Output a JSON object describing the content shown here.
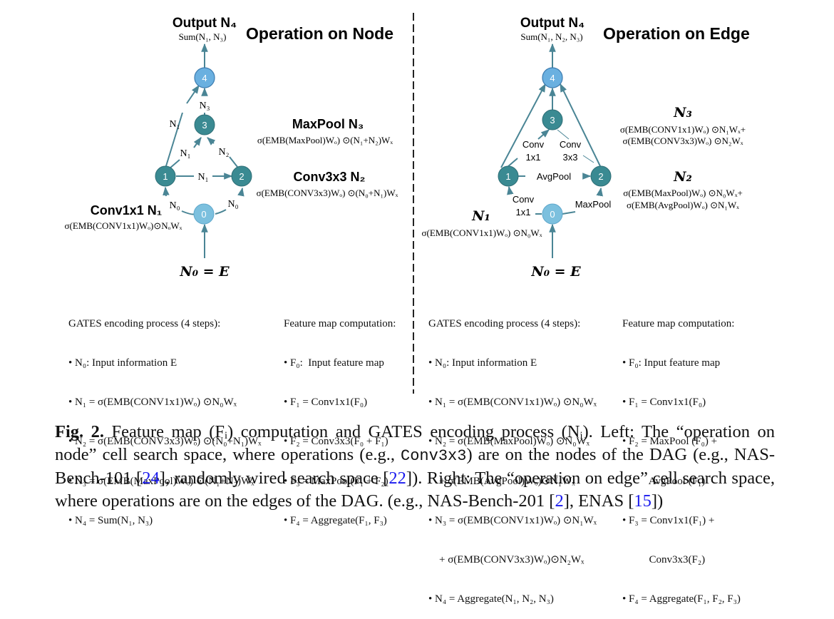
{
  "left": {
    "title": "Operation on Node",
    "output_label": "Output N₄",
    "output_formula": "Sum(N₁, N₃)",
    "input_label": "N₀ = E",
    "nodes": [
      "0",
      "1",
      "2",
      "3",
      "4"
    ],
    "edge_labels": {
      "e1_4": "N₁",
      "e3_4": "N₃",
      "e1_3": "N₁",
      "e2_3": "N₂",
      "e1_2": "N₁",
      "e0_1": "N₀",
      "e0_2": "N₀"
    },
    "ops": [
      {
        "head": "MaxPool N₃",
        "formula": "σ(EMB(MaxPool)Wₒ) ⊙(N₁+N₂)Wₓ"
      },
      {
        "head": "Conv3x3 N₂",
        "formula": "σ(EMB(CONV3x3)Wₒ) ⊙(N₀+N₁)Wₓ"
      },
      {
        "head": "Conv1x1 N₁",
        "formula": "σ(EMB(CONV1x1)Wₒ)⊙NₒWₓ"
      }
    ],
    "gates_title": "GATES encoding process (4 steps):",
    "gates_steps": [
      "• N₀: Input information E",
      "• N₁ = σ(EMB(CONV1x1)Wₒ) ⊙N₀Wₓ",
      "• N₂ = σ(EMB(CONV3x3)Wₒ) ⊙(N₀+N₁)Wₓ",
      "• N₃ = σ(EMB(MaxPool)Wₒ) ⊙(N₁+N₂)Wₓ",
      "• N₄ = Sum(N₁, N₃)"
    ],
    "feature_title": "Feature map computation:",
    "feature_steps": [
      "• F₀:  Input feature map",
      "• F₁ = Conv1x1(F₀)",
      "• F₂ = Conv3x3(F₀ + F₁)",
      "• F₃ = MaxPool(F₁ + F₂)",
      "• F₄ = Aggregate(F₁, F₃)"
    ]
  },
  "right": {
    "title": "Operation on Edge",
    "output_label": "Output N₄",
    "output_formula": "Sum(N₁, N₂, N₃)",
    "input_label": "N₀ = E",
    "nodes": [
      "0",
      "1",
      "2",
      "3",
      "4"
    ],
    "edge_labels": {
      "conv1x1_top_a": "Conv",
      "conv1x1_top_b": "1x1",
      "conv3x3_a": "Conv",
      "conv3x3_b": "3x3",
      "avgpool": "AvgPool",
      "conv1x1_bot_a": "Conv",
      "conv1x1_bot_b": "1x1",
      "maxpool": "MaxPool"
    },
    "ops": [
      {
        "head": "N₃",
        "formula_1": "σ(EMB(CONV1x1)Wₒ) ⊙N₁Wₓ+",
        "formula_2": "σ(EMB(CONV3x3)Wₒ) ⊙N₂Wₓ"
      },
      {
        "head": "N₂",
        "formula_1": "σ(EMB(MaxPool)Wₒ) ⊙N₀Wₓ+",
        "formula_2": "σ(EMB(AvgPool)Wₒ) ⊙N₁Wₓ"
      },
      {
        "head": "N₁",
        "formula_1": "σ(EMB(CONV1x1)Wₒ) ⊙N₀Wₓ"
      }
    ],
    "gates_title": "GATES encoding process (4 steps):",
    "gates_steps": [
      "• N₀: Input information E",
      "• N₁ = σ(EMB(CONV1x1)Wₒ) ⊙N₀Wₓ",
      "• N₂ = σ(EMB(MaxPool)Wₒ) ⊙N₀Wₓ",
      "    + σ(EMB(AvgPool)Wₒ)⊙N₁Wₓ",
      "• N₃ = σ(EMB(CONV1x1)Wₒ) ⊙N₁Wₓ",
      "    + σ(EMB(CONV3x3)Wₒ)⊙N₂Wₓ",
      "• N₄ = Aggregate(N₁, N₂, N₃)"
    ],
    "feature_title": "Feature map computation:",
    "feature_steps": [
      "• F₀: Input feature map",
      "• F₁ = Conv1x1(F₀)",
      "• F₂ = MaxPool (F₀) +",
      "          AvgPool (F₁)",
      "• F₃ = Conv1x1(F₁) +",
      "          Conv3x3(F₂)",
      "• F₄ = Aggregate(F₁, F₂, F₃)"
    ]
  },
  "caption": {
    "label": "Fig. 2.",
    "part1": " Feature map (Fᵢ) computation and GATES encoding process (Nᵢ). Left: The “operation on node” cell search space, where operations (e.g., ",
    "code": "Conv3x3",
    "part2": ") are on the nodes of the DAG (e.g., NAS-Bench-101 [",
    "cite1": "24",
    "part3": "], randomly wired search space [",
    "cite2": "22",
    "part4": "]). Right: The “operation on edge” cell search space, where operations are on the edges of the DAG. (e.g., NAS-Bench-201 [",
    "cite3": "2",
    "part5": "], ENAS [",
    "cite4": "15",
    "part6": "])"
  },
  "colors": {
    "edge": "#4a8595",
    "node_dark": "#3a8a92",
    "node_output": "#6ab0e0",
    "node_input": "#7cc0de",
    "citation": "#1a1aee"
  }
}
